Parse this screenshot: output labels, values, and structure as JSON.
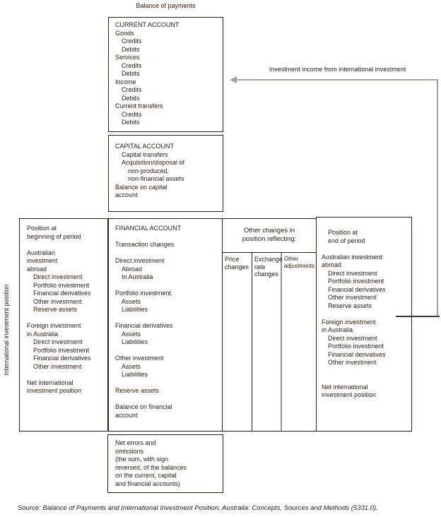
{
  "title": "Balance of payments",
  "rotated_label": "International investment position",
  "arrow": {
    "label": "Investment income from international investment"
  },
  "boxes": {
    "current_account": [
      "CURRENT ACCOUNT",
      "Goods",
      "  Credits",
      "  Debits",
      "Services",
      "  Credits",
      "  Debits",
      "Income",
      "  Credits",
      "  Debits",
      "Current transfers",
      "  Credits",
      "  Debits"
    ],
    "capital_account": [
      "CAPITAL ACCOUNT",
      "  Capital transfers",
      "  Acquisition/disposal of",
      "    non-produced,",
      "    non-financial assets",
      "Balance on capital",
      "account"
    ],
    "financial_account": [
      "FINANCIAL ACCOUNT",
      "",
      "Transaction changes",
      "",
      "Direct investment",
      "  Abroad",
      "  In Australia",
      "",
      "Portfolio investment",
      "  Assets",
      "  Liabilities",
      "",
      "Financial derivatives",
      "  Assets",
      "  Liabilities",
      "",
      "Other investment",
      "  Assets",
      "  Liabilities",
      "",
      "Reserve assets",
      "",
      "Balance on financial",
      "account"
    ],
    "position_beginning": [
      "Position at",
      "beginning of period",
      "",
      "Australian",
      "investment",
      "abroad",
      "  Direct investment",
      "  Portfolio investment",
      "  Financial derivatives",
      "  Other investment",
      "  Reserve assets",
      "",
      "Foreign investment",
      "in Australia",
      "  Direct investment",
      "  Portfolio investment",
      "  Financial derivatives",
      "  Other investment",
      "",
      "Net international",
      "investment position"
    ],
    "position_end": [
      "  Position at",
      "  end of period",
      "",
      "Australian investment",
      "abroad",
      "  Direct investment",
      "  Portfolio investment",
      "  Financial derivatives",
      "  Other investment",
      "  Reserve assets",
      "",
      "Foreign investment",
      "in Australia",
      "  Direct investment",
      "  Portfolio investment",
      "  Financial derivatives",
      "  Other investment",
      "",
      "",
      "Net international",
      "investment position"
    ],
    "net_errors": [
      "Net errors and",
      "omissions",
      "(the sum, with sign",
      "reversed, of the balances",
      "on the current, capital",
      "and financial accounts)"
    ]
  },
  "other_changes": {
    "heading": [
      "Other changes in",
      "position reflecting:"
    ],
    "columns": [
      "Price changes",
      "Exchange rate changes",
      "Other adjustments"
    ]
  },
  "source": "Source: Balance of Payments and International Investment Position, Australia: Concepts, Sources and Methods (5331.0).",
  "colors": {
    "line": "#2a1c10",
    "arrow_gray": "#a9a29c",
    "divider_gray": "#9a948e"
  }
}
